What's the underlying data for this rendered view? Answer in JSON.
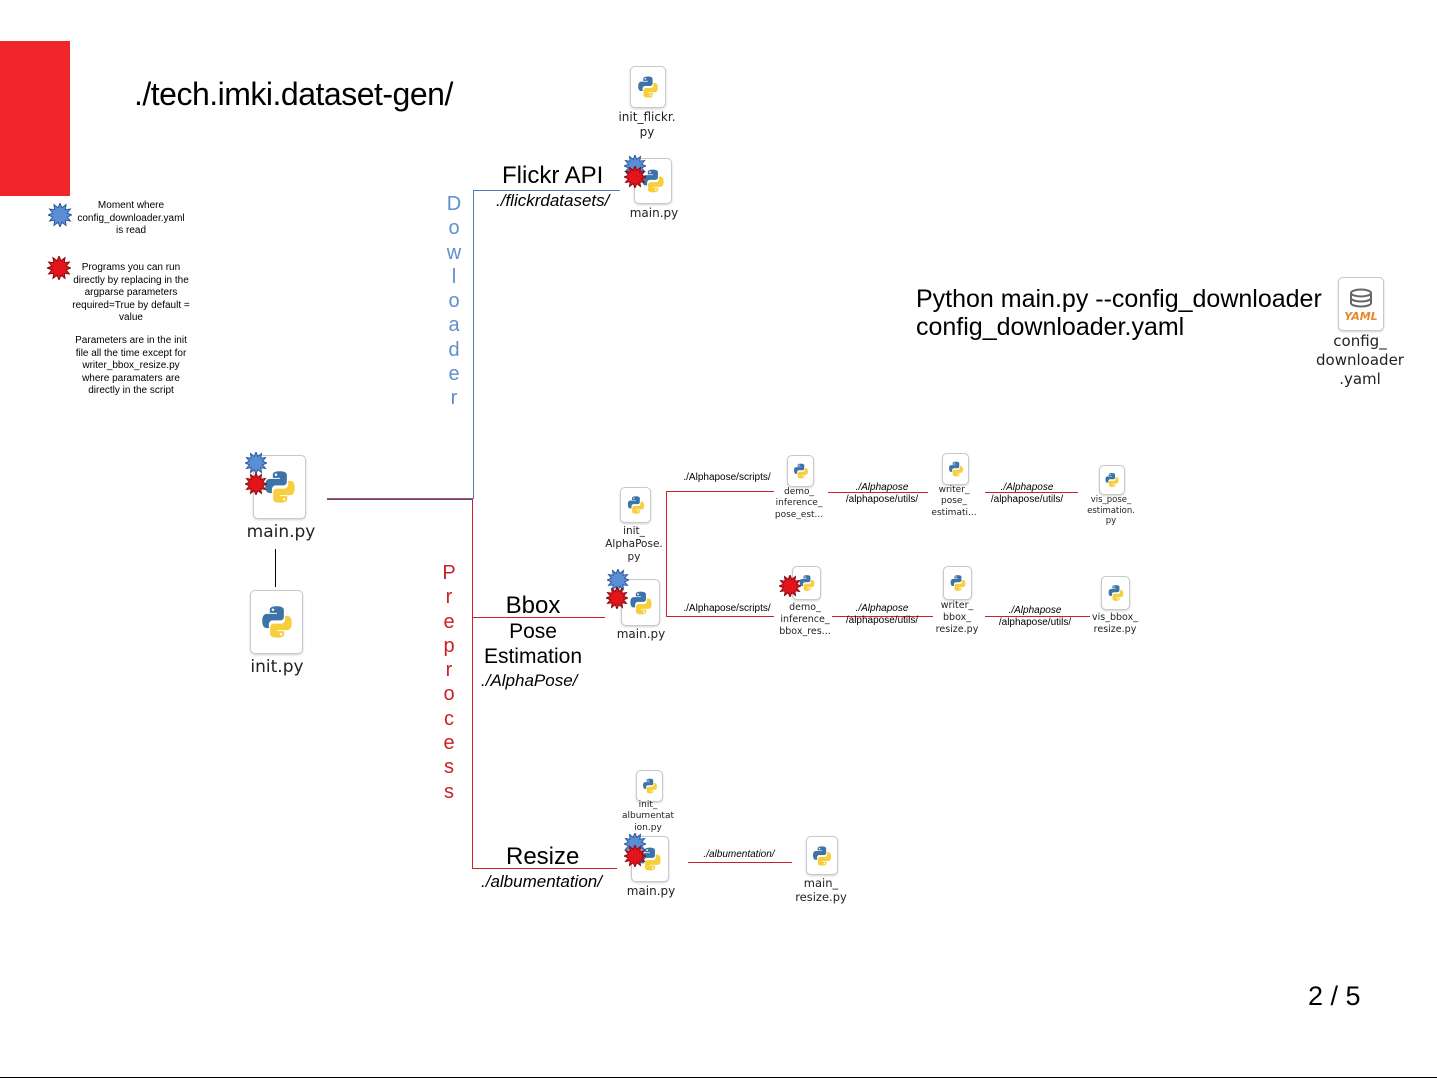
{
  "title": "./tech.imki.dataset-gen/",
  "legend": {
    "blue_star_text": [
      "Moment where",
      "config_downloader.yaml",
      "is read"
    ],
    "red_star_text": [
      "Programs you can run",
      "directly by replacing in the",
      "argparse parameters",
      "required=True by default =",
      "value"
    ],
    "note_text": [
      "Parameters are in the init",
      "file all the time except for",
      "writer_bbox_resize.py",
      "where paramaters are",
      "directly in the script"
    ]
  },
  "groups": {
    "downloader_label": "Dowloader",
    "preprocess_label": "Preprocess"
  },
  "sections": {
    "flickr": {
      "title": "Flickr API",
      "path": "./flickrdatasets/"
    },
    "bbox": {
      "title_lines": [
        "Bbox",
        "Pose",
        "Estimation"
      ],
      "path": "./AlphaPose/"
    },
    "resize": {
      "title": "Resize",
      "path": "./albumentation/"
    }
  },
  "command": {
    "line1": "Python main.py --config_downloader",
    "line2": "config_downloader.yaml"
  },
  "files": {
    "root_main": [
      "main.py"
    ],
    "root_init": [
      "init.py"
    ],
    "flickr_init": [
      "init_flickr.",
      "py"
    ],
    "flickr_main": [
      "main.py"
    ],
    "config_yaml": [
      "config_",
      "downloader",
      ".yaml"
    ],
    "alpha_init": [
      "init_",
      "AlphaPose.",
      "py"
    ],
    "alpha_main": [
      "main.py"
    ],
    "demo_pose": [
      "demo_",
      "inference_",
      "pose_est..."
    ],
    "writer_pose": [
      "writer_",
      "pose_",
      "estimati..."
    ],
    "vis_pose": [
      "vis_pose_",
      "estimation.",
      "py"
    ],
    "demo_bbox": [
      "demo_",
      "inference_",
      "bbox_res..."
    ],
    "writer_bbox": [
      "writer_",
      "bbox_",
      "resize.py"
    ],
    "vis_bbox": [
      "vis_bbox_",
      "resize.py"
    ],
    "alb_init": [
      "init_",
      "albumentat",
      "ion.py"
    ],
    "alb_main": [
      "main.py"
    ],
    "main_resize": [
      "main_",
      "resize.py"
    ]
  },
  "paths": {
    "scripts_top": [
      "",
      "./Alphapose/scripts/"
    ],
    "utils_top_1": [
      "./Alphapose",
      "/alphapose/utils/"
    ],
    "utils_top_2": [
      "./Alphapose",
      "/alphapose/utils/"
    ],
    "scripts_bottom": [
      "",
      "./Alphapose/scripts/"
    ],
    "utils_bot_1": [
      "./Alphapose",
      "/alphapose/utils/"
    ],
    "utils_bot_2": [
      "./Alphapose",
      "/alphapose/utils/"
    ],
    "albumentation": [
      "./albumentation/",
      ""
    ]
  },
  "page_number": "2 / 5",
  "colors": {
    "red_bar": "#f0262b",
    "downloader_blue": "#4a7bbd",
    "preprocess_red": "#d11f26",
    "python_blue": "#3d74a8",
    "python_yellow": "#f7cf3d"
  },
  "icons": {
    "python_file": "python-file-icon",
    "yaml_file": "yaml-file-icon",
    "blue_star": "blue-burst-star-icon",
    "red_star": "red-burst-star-icon"
  }
}
